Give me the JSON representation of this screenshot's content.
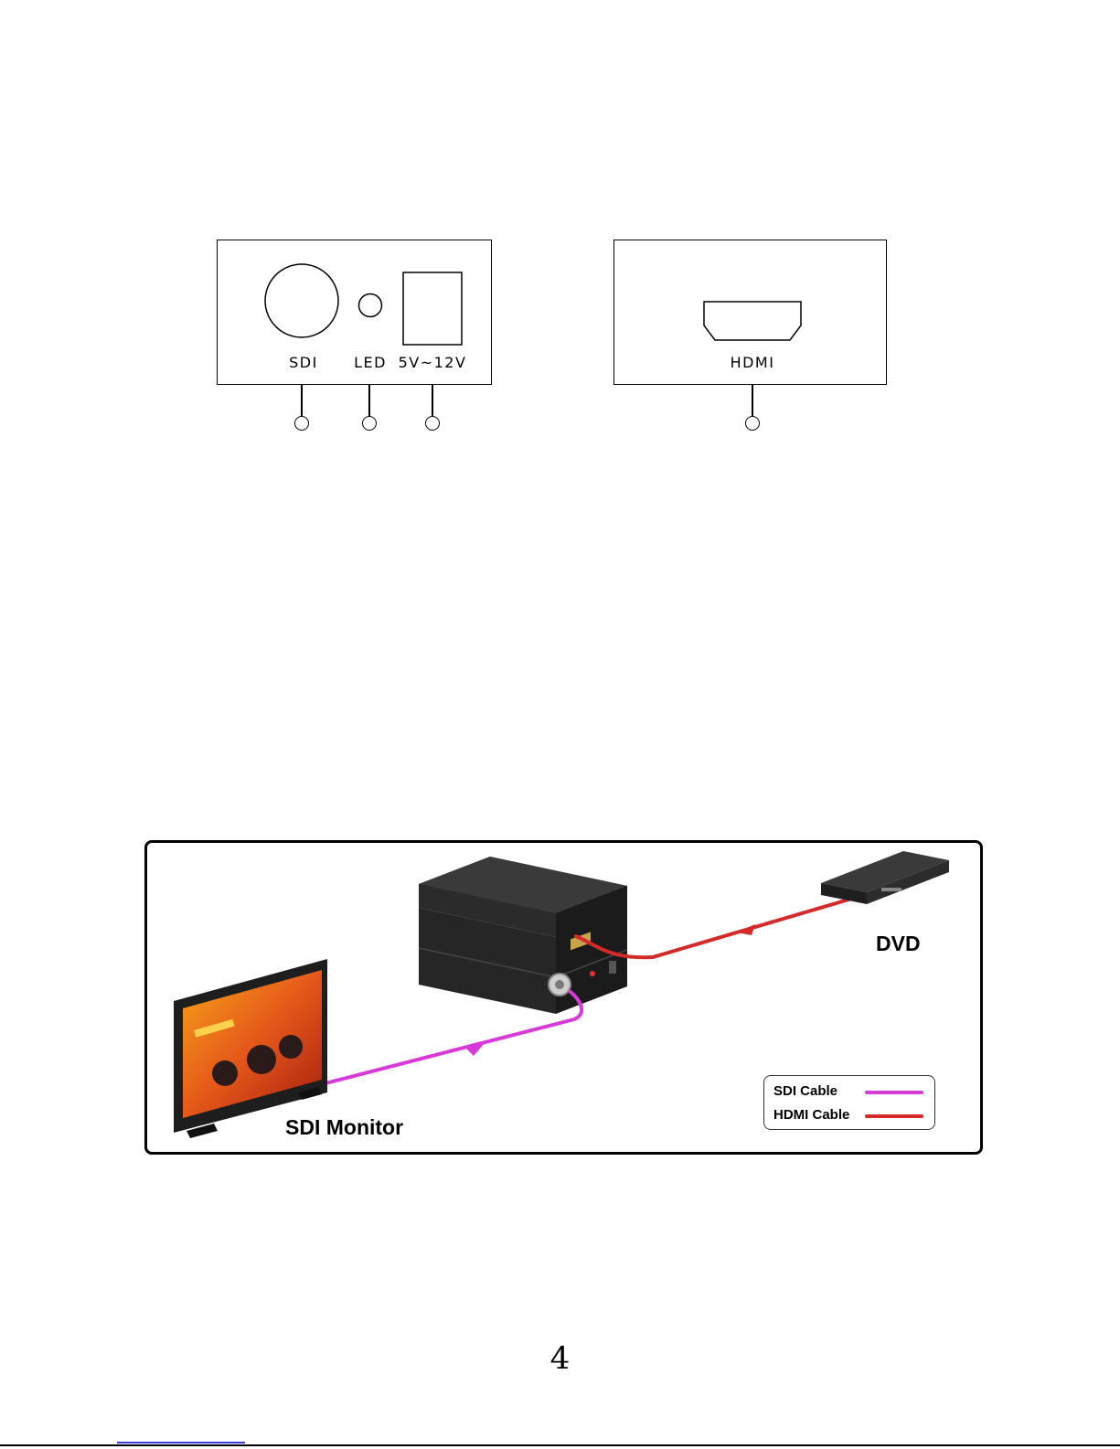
{
  "panels": {
    "input_panel": {
      "labels": {
        "sdi": "SDI",
        "led": "LED",
        "power": "5V~12V"
      }
    },
    "output_panel": {
      "labels": {
        "hdmi": "HDMI"
      }
    }
  },
  "connection_diagram": {
    "devices": {
      "monitor_label": "SDI Monitor",
      "source_label": "DVD"
    },
    "legend": {
      "sdi_cable": {
        "label": "SDI Cable",
        "color": "#d83ad8"
      },
      "hdmi_cable": {
        "label": "HDMI Cable",
        "color": "#d42a2a"
      }
    },
    "colors": {
      "sdi_cable": "#d83ad8",
      "hdmi_cable": "#d42a2a",
      "device_body": "#2a2a2a"
    },
    "icons": [
      "sdi-connector-icon",
      "led-indicator-icon",
      "dc-power-jack-icon",
      "hdmi-port-icon",
      "converter-box-icon",
      "monitor-icon",
      "dvd-player-icon"
    ]
  },
  "page": {
    "number": "4"
  }
}
